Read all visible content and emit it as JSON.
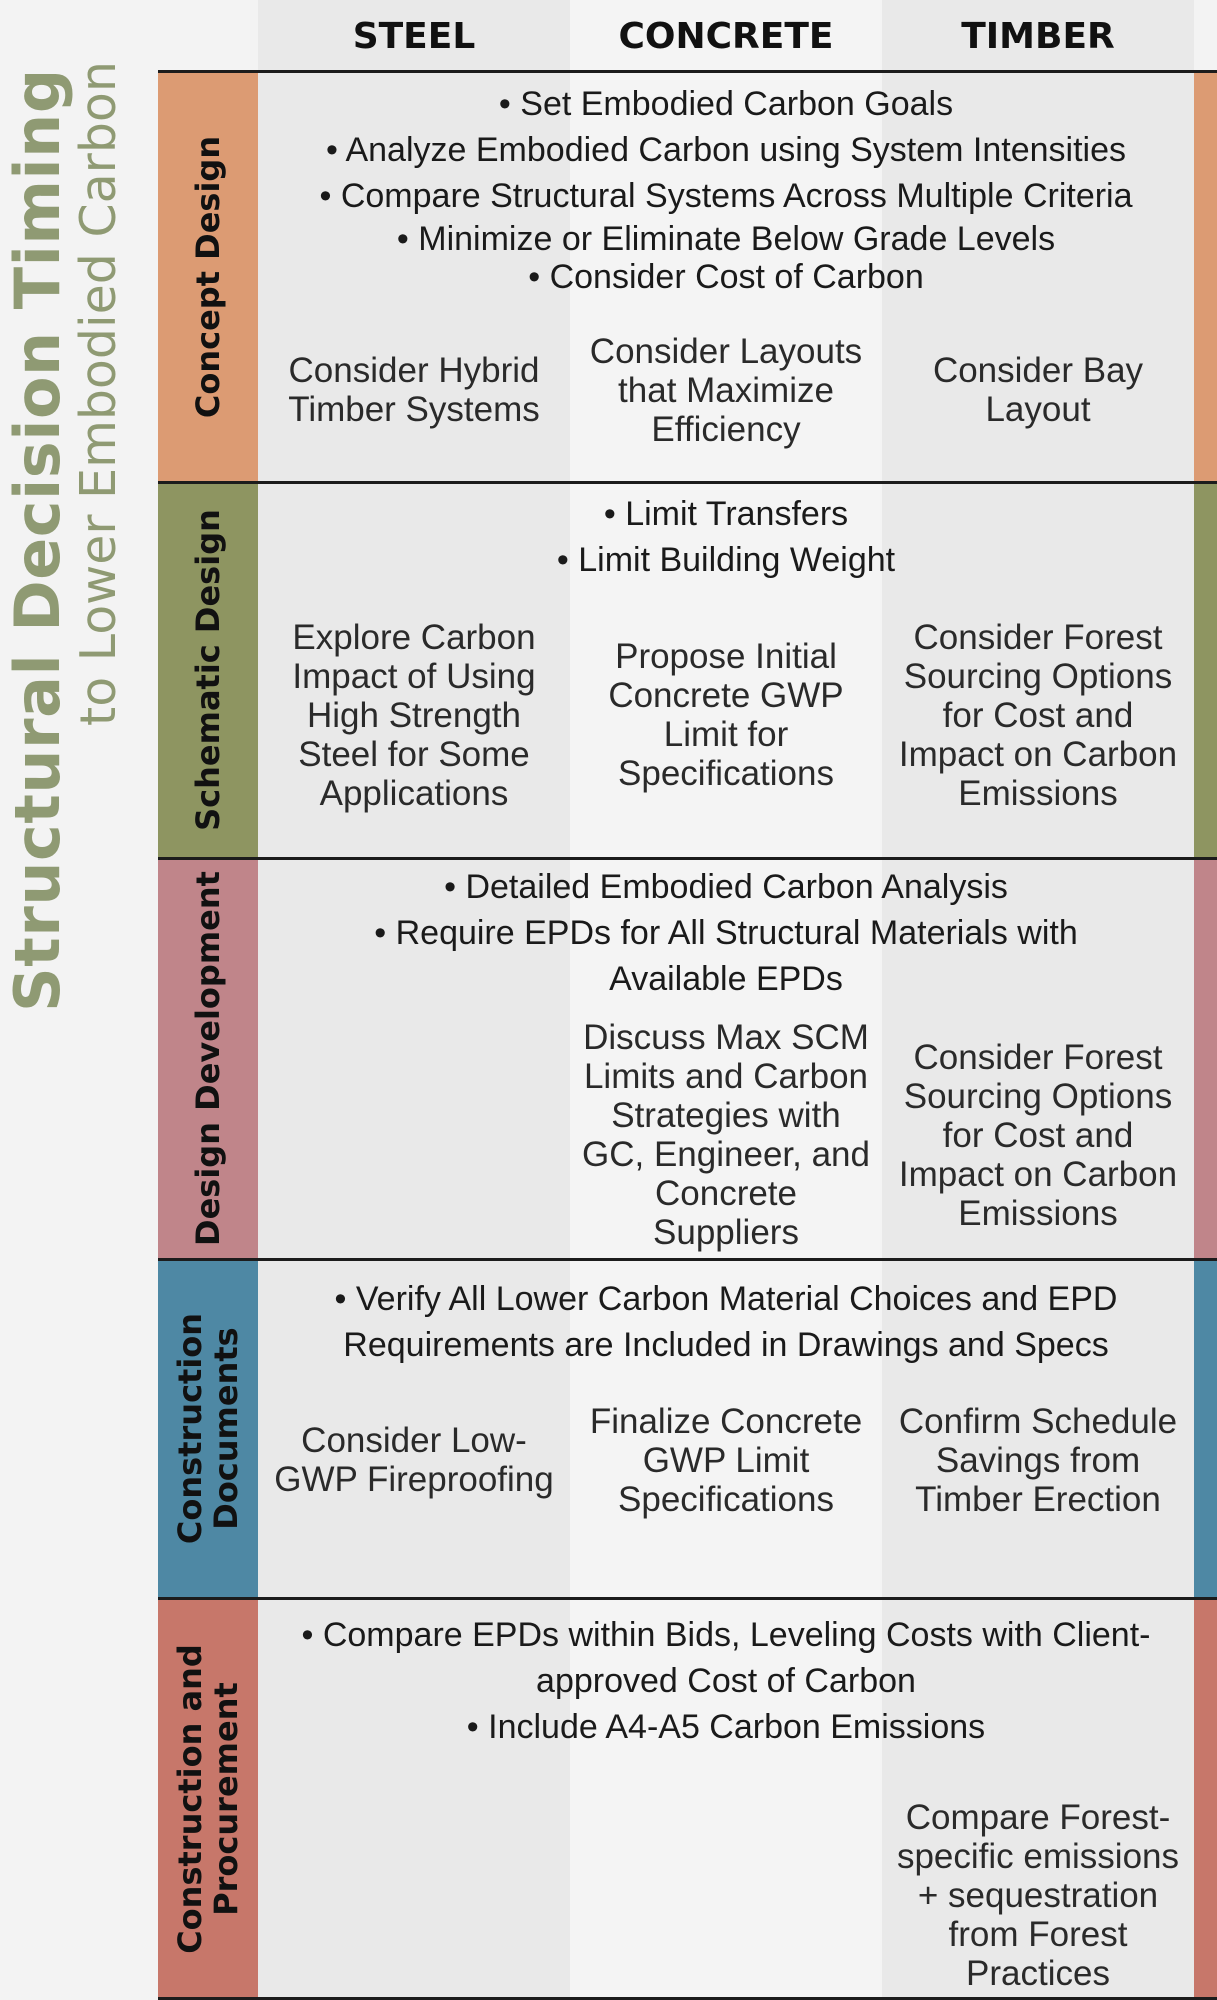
{
  "title": "Structural Decision Timing",
  "subtitle": "to Lower Embodied Carbon",
  "columns": [
    "STEEL",
    "CONCRETE",
    "TIMBER"
  ],
  "colors": {
    "concept": "#dc9b73",
    "schematic": "#8e9561",
    "development": "#c0858a",
    "documents": "#4e88a4",
    "procurement": "#c7776a",
    "title": "#8f9a73"
  },
  "phases": [
    {
      "label_lines": [
        "Concept Design"
      ],
      "bullets": [
        "• Set Embodied Carbon Goals",
        "• Analyze Embodied Carbon using System Intensities",
        "• Compare Structural Systems Across Multiple Criteria",
        "• Minimize or Eliminate Below Grade Levels",
        "• Consider Cost of Carbon"
      ],
      "cells": [
        "Consider Hybrid Timber Systems",
        "Consider Layouts that Maximize Efficiency",
        "Consider Bay Layout"
      ]
    },
    {
      "label_lines": [
        "Schematic Design"
      ],
      "bullets": [
        "• Limit Transfers",
        "• Limit Building Weight"
      ],
      "cells": [
        "Explore Carbon Impact of Using High Strength Steel for Some Applications",
        "Propose Initial Concrete GWP Limit for Specifications",
        "Consider Forest Sourcing Options for Cost and Impact on Carbon Emissions"
      ]
    },
    {
      "label_lines": [
        "Design Development"
      ],
      "bullets": [
        "• Detailed Embodied Carbon Analysis",
        "• Require EPDs for All Structural Materials with",
        "Available EPDs"
      ],
      "cells": [
        "",
        "Discuss Max SCM Limits and Carbon Strategies with GC, Engineer, and Concrete Suppliers",
        "Consider Forest Sourcing Options for Cost and Impact on Carbon Emissions"
      ]
    },
    {
      "label_lines": [
        "Construction",
        "Documents"
      ],
      "bullets": [
        "• Verify All Lower Carbon Material Choices and EPD",
        "Requirements are Included in Drawings and Specs"
      ],
      "cells": [
        "Consider Low-GWP Fireproofing",
        "Finalize Concrete GWP Limit Specifications",
        "Confirm Schedule Savings from Timber Erection"
      ]
    },
    {
      "label_lines": [
        "Construction and",
        "Procurement"
      ],
      "bullets": [
        "• Compare EPDs within Bids, Leveling Costs with Client-",
        "approved Cost of Carbon",
        "• Include A4-A5 Carbon Emissions"
      ],
      "cells": [
        "",
        "",
        "Compare Forest-specific emissions + sequestration from Forest Practices"
      ]
    }
  ]
}
